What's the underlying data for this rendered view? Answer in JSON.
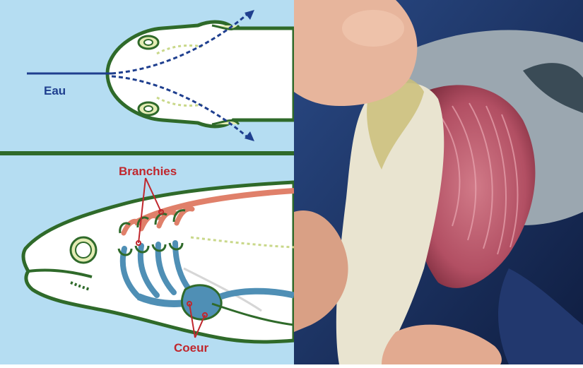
{
  "top_diagram": {
    "label_water": "Eau",
    "colors": {
      "background": "#b5ddf2",
      "outline": "#2f6a2a",
      "water": "#1f3f8f",
      "eye": "#e4ecb4"
    }
  },
  "bottom_diagram": {
    "label_gills": "Branchies",
    "label_heart": "Coeur",
    "colors": {
      "background": "#b5ddf2",
      "outline": "#2f6a2a",
      "artery": "#e0806a",
      "vein": "#4f8fb5",
      "label": "#c0272d"
    }
  },
  "photo": {
    "subject": "fish gills held open by fingers",
    "colors": {
      "gill": "#b24f63",
      "tissue": "#e9e4d0",
      "skin": "#e7b59c",
      "background": "#1b2f5c"
    }
  }
}
